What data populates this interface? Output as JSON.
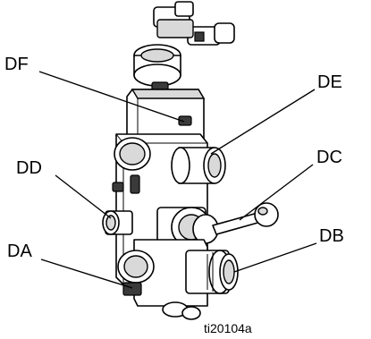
{
  "callouts": {
    "DF": "DF",
    "DE": "DE",
    "DD": "DD",
    "DC": "DC",
    "DA": "DA",
    "DB": "DB"
  },
  "figure_ref": "ti20104a"
}
